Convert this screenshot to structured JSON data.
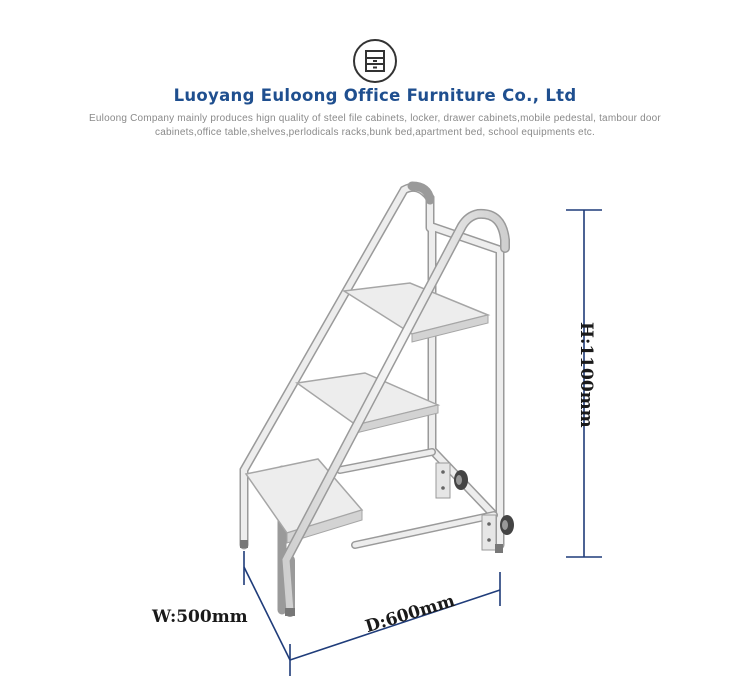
{
  "header": {
    "company_name": "Luoyang Euloong Office Furniture Co., Ltd",
    "description": "Euloong Company mainly produces hign quality of steel file cabinets,  locker,  drawer cabinets,mobile pedestal, tambour door cabinets,office table,shelves,perlodicals racks,bunk bed,apartment bed, school equipments etc."
  },
  "product": {
    "dimensions": {
      "width": "W:500mm",
      "depth": "D:600mm",
      "height": "H:1100mm"
    }
  },
  "colors": {
    "title": "#1f4f8f",
    "dimension_line": "#1f3c7a",
    "ladder_frame": "#ededed"
  },
  "icons": {
    "logo": "cabinet-icon"
  }
}
